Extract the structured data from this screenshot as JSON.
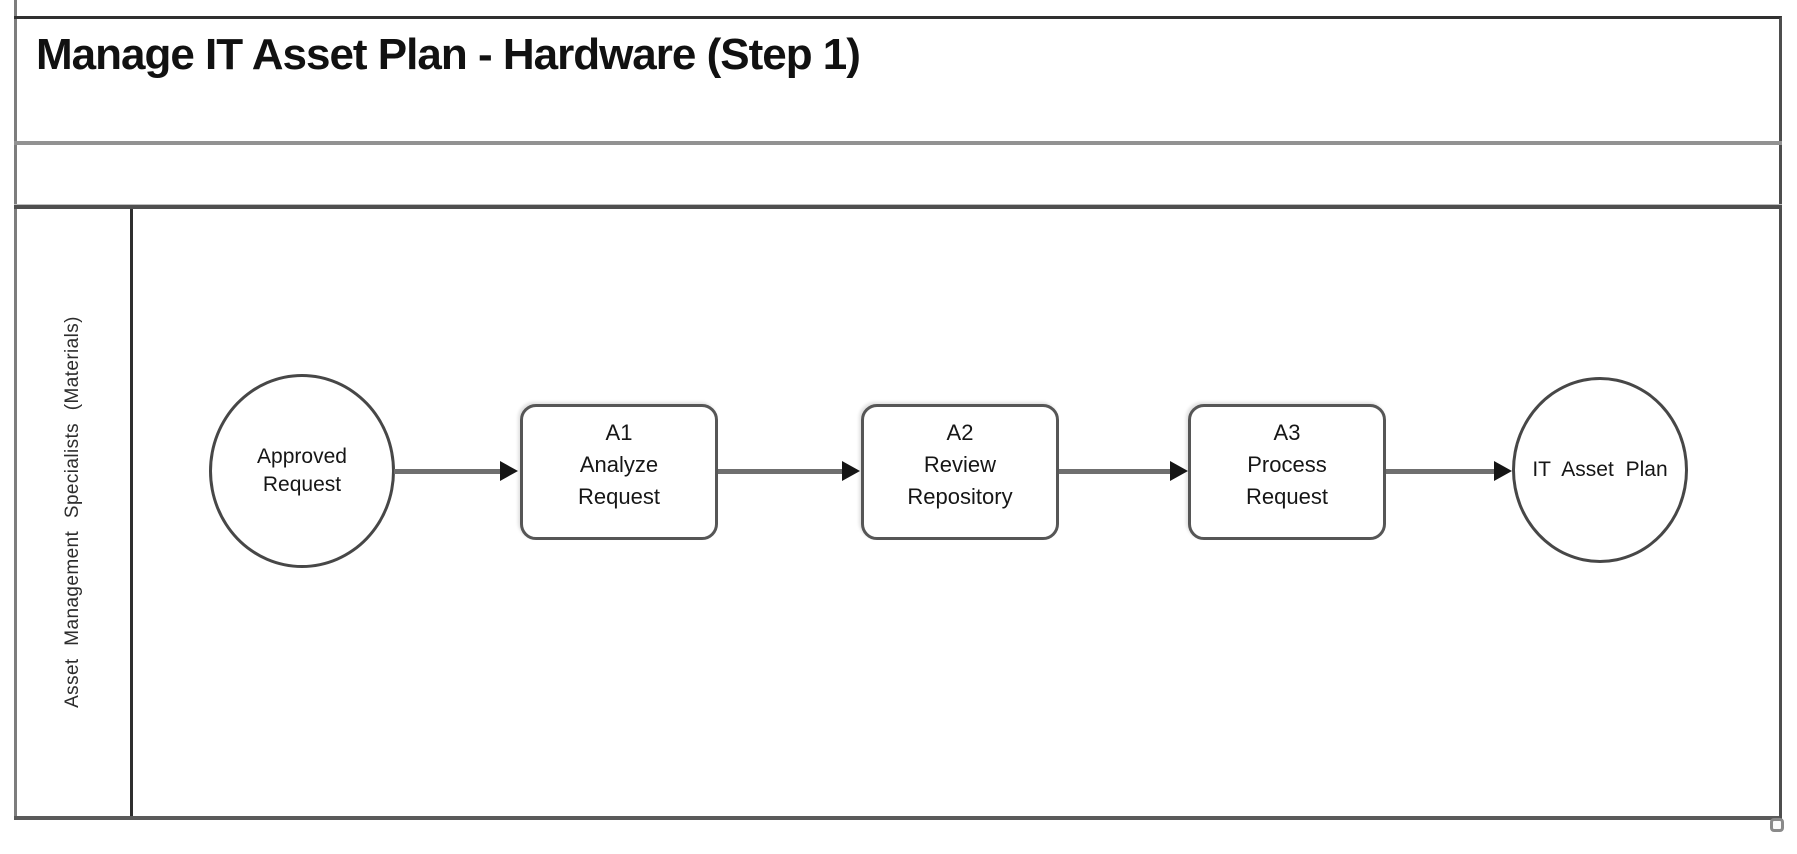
{
  "header": {
    "title": "Manage IT Asset Plan - Hardware (Step 1)"
  },
  "lane": {
    "label": "Asset Management Specialists (Materials)"
  },
  "flow": {
    "start": {
      "line1": "Approved",
      "line2": "Request"
    },
    "a1": {
      "code": "A1",
      "name1": "Analyze",
      "name2": "Request"
    },
    "a2": {
      "code": "A2",
      "name1": "Review",
      "name2": "Repository"
    },
    "a3": {
      "code": "A3",
      "name1": "Process",
      "name2": "Request"
    },
    "end": {
      "label": "IT Asset Plan"
    }
  },
  "edges": [
    {
      "from": "Approved Request",
      "to": "A1 Analyze Request"
    },
    {
      "from": "A1 Analyze Request",
      "to": "A2 Review Repository"
    },
    {
      "from": "A2 Review Repository",
      "to": "A3 Process Request"
    },
    {
      "from": "A3 Process Request",
      "to": "IT Asset Plan"
    }
  ],
  "colors": {
    "frame_border": "#303030",
    "separator_light": "#929292",
    "separator_dark": "#4f4f4f",
    "lane_divider": "#2e2e2e",
    "shape_border": "#565656",
    "connector": "#6f6f6f",
    "arrowhead": "#151515",
    "text": "#161616",
    "background": "#ffffff"
  }
}
